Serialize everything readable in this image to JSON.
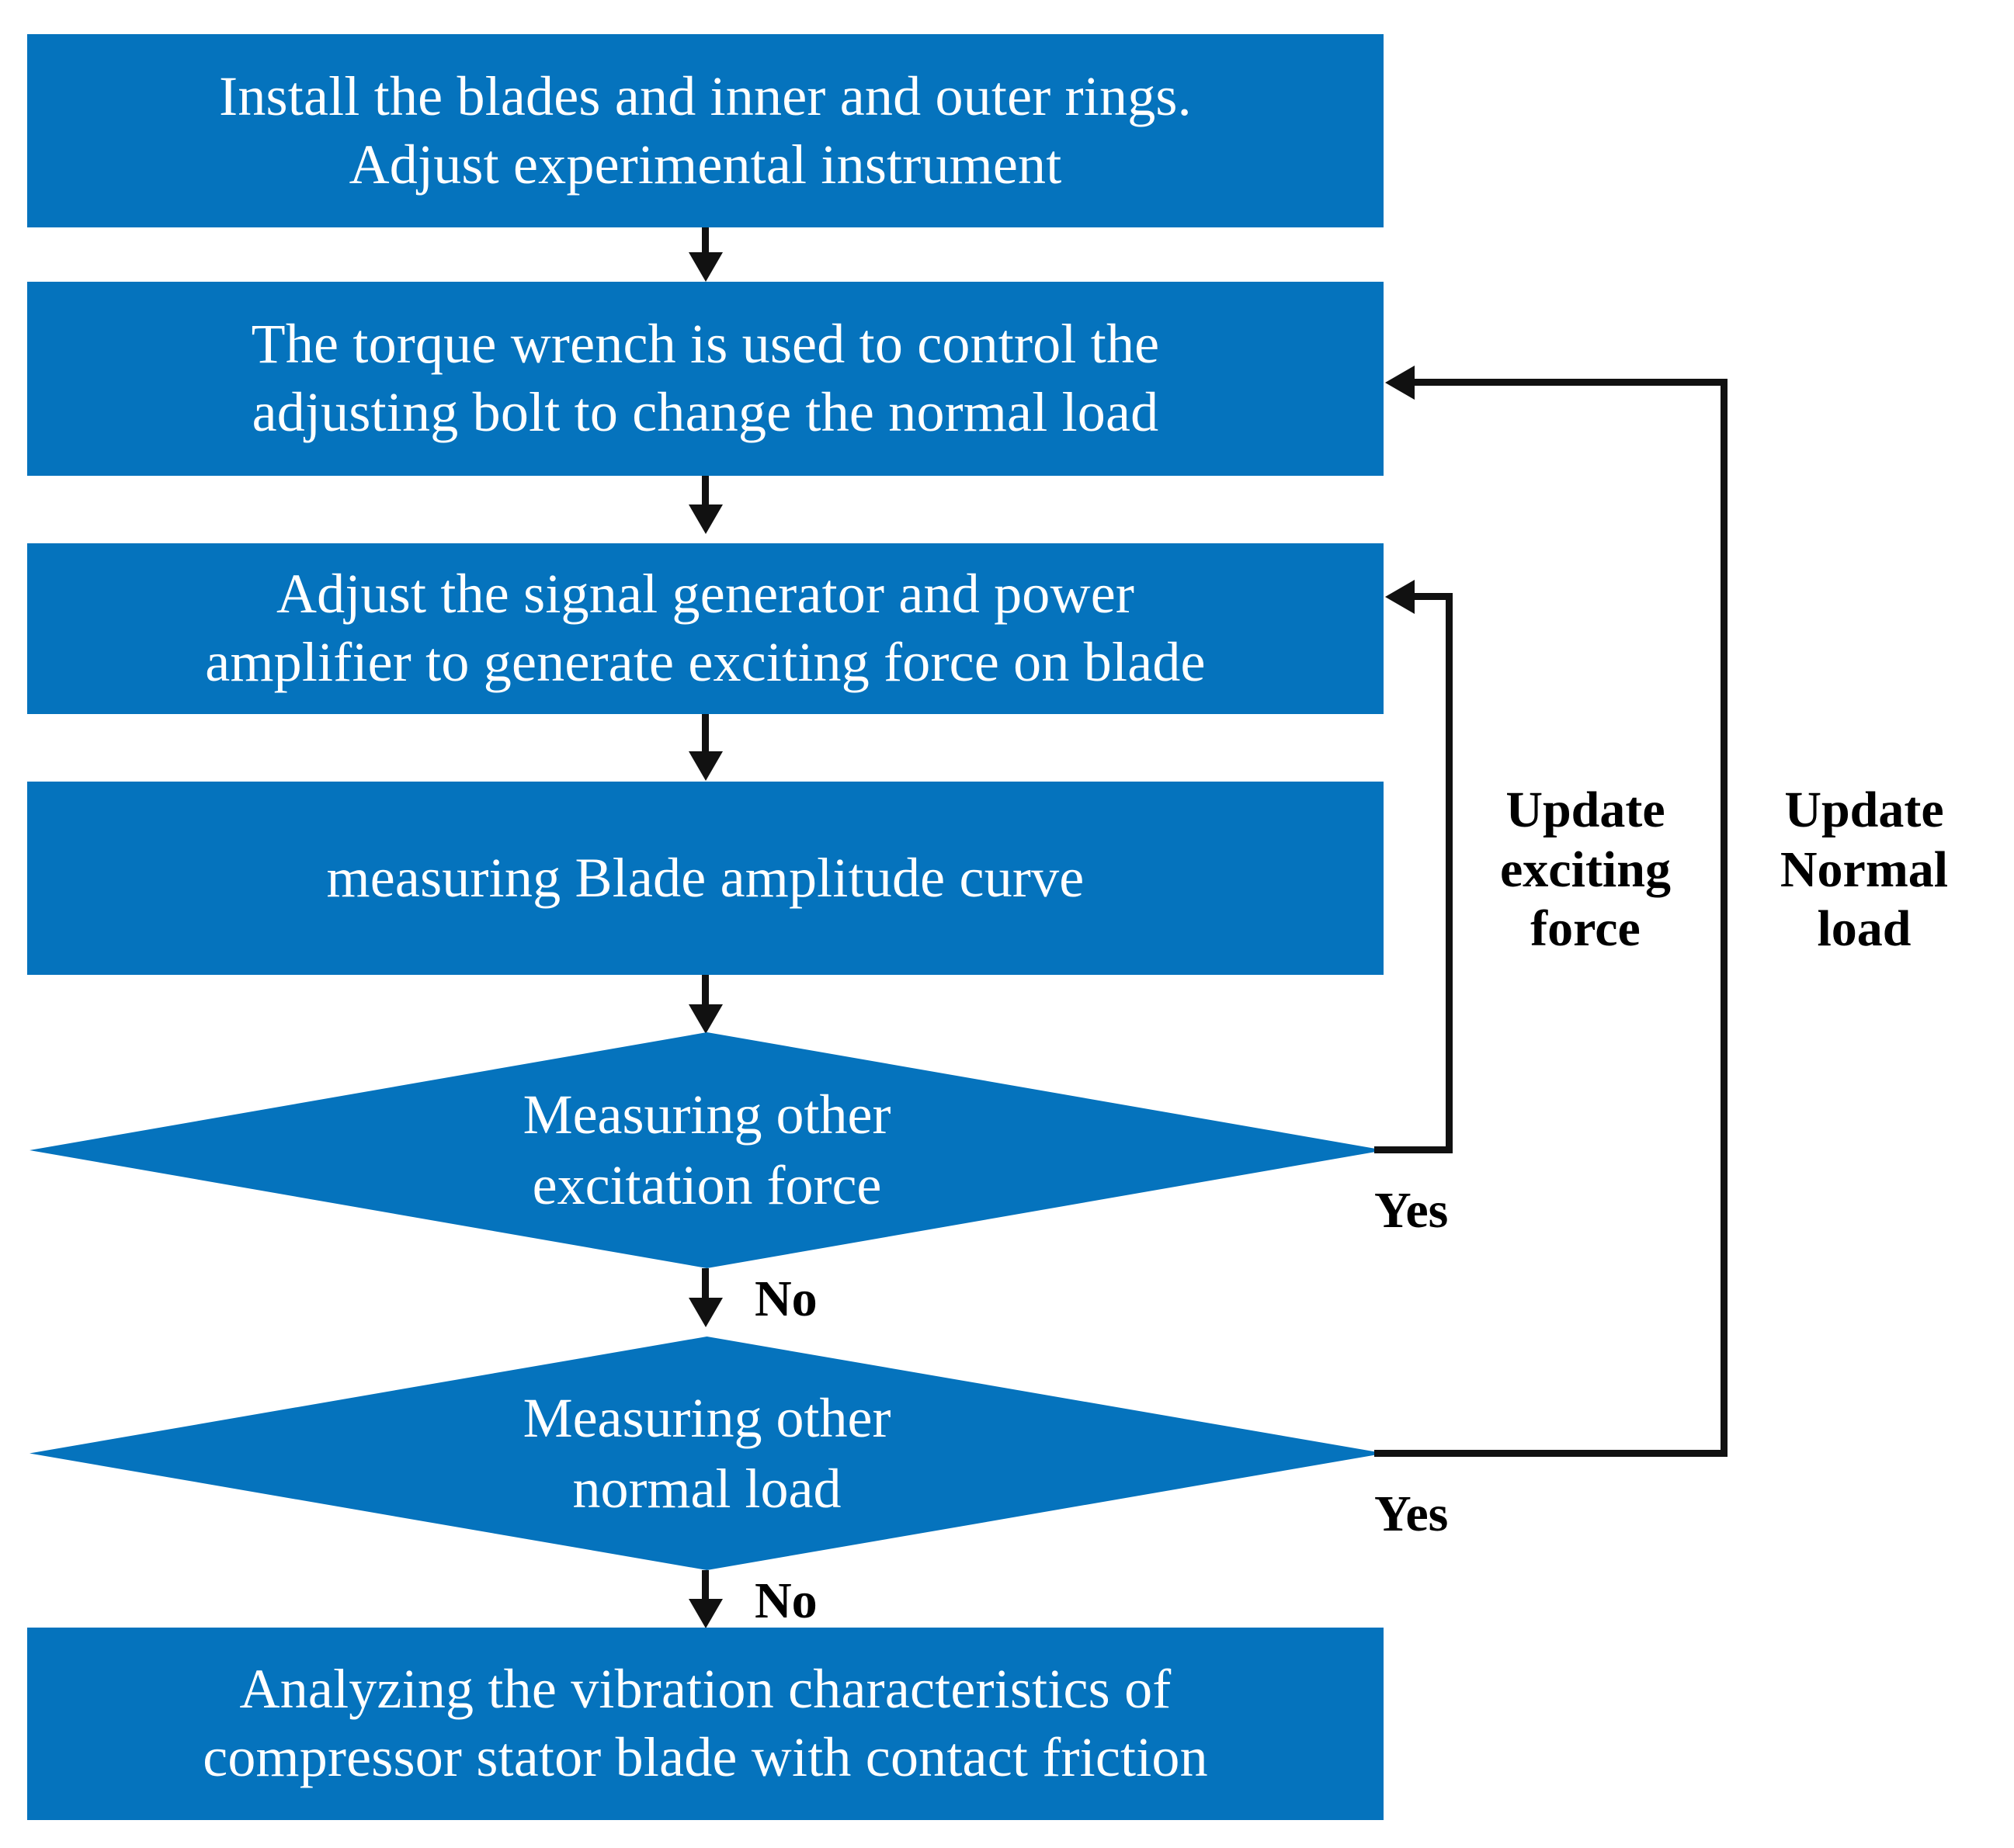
{
  "diagram": {
    "type": "flowchart",
    "title": "Experimental procedure flowchart for compressor stator blade vibration with contact friction",
    "palette": {
      "node_fill": "#0573BD",
      "node_text": "#FFFFFF",
      "connector": "#111111",
      "label_text": "#000000",
      "background": "#FFFFFF"
    },
    "nodes": [
      {
        "id": "install",
        "shape": "process",
        "lines": [
          "Install the blades and inner and outer rings.",
          "Adjust experimental instrument"
        ]
      },
      {
        "id": "torque",
        "shape": "process",
        "lines": [
          "The torque wrench is used to control the",
          "adjusting bolt to change the normal load"
        ]
      },
      {
        "id": "signal",
        "shape": "process",
        "lines": [
          "Adjust the signal generator and power",
          "amplifier to generate exciting force on blade"
        ]
      },
      {
        "id": "measure",
        "shape": "process",
        "lines": [
          "measuring Blade amplitude curve"
        ]
      },
      {
        "id": "decision-force",
        "shape": "decision",
        "lines": [
          "Measuring other",
          "excitation force"
        ]
      },
      {
        "id": "decision-load",
        "shape": "decision",
        "lines": [
          "Measuring other",
          "normal load"
        ]
      },
      {
        "id": "analyze",
        "shape": "process",
        "lines": [
          "Analyzing the vibration characteristics of",
          "compressor stator blade with contact friction"
        ]
      }
    ],
    "edge_labels": {
      "yes_force": "Yes",
      "no_force": "No",
      "yes_load": "Yes",
      "no_load": "No",
      "update_exciting_force": "Update\nexciting\nforce",
      "update_normal_load": "Update\nNormal\nload"
    }
  }
}
